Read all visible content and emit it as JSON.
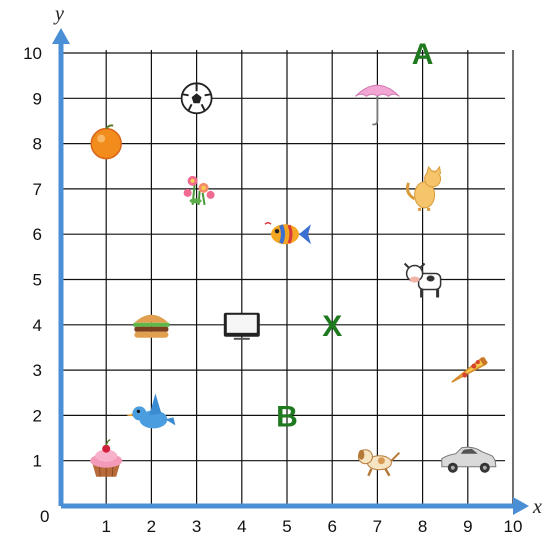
{
  "axes": {
    "x_name": "x",
    "y_name": "y",
    "origin_label": "0",
    "x_ticks": [
      "1",
      "2",
      "3",
      "4",
      "5",
      "6",
      "7",
      "8",
      "9",
      "10"
    ],
    "y_ticks": [
      "1",
      "2",
      "3",
      "4",
      "5",
      "6",
      "7",
      "8",
      "9",
      "10"
    ],
    "x_range": [
      0,
      10
    ],
    "y_range": [
      0,
      10
    ],
    "grid": true,
    "axis_color": "#4a8fd6",
    "grid_color": "#111111"
  },
  "markers": [
    {
      "id": "A",
      "label": "A",
      "x": 8,
      "y": 10,
      "color": "#1f7a1f"
    },
    {
      "id": "B",
      "label": "B",
      "x": 5,
      "y": 2,
      "color": "#1f7a1f"
    },
    {
      "id": "X",
      "label": "X",
      "x": 6,
      "y": 4,
      "color": "#1f7a1f"
    }
  ],
  "objects": [
    {
      "name": "orange-icon",
      "x": 1,
      "y": 8
    },
    {
      "name": "soccer-ball-icon",
      "x": 3,
      "y": 9
    },
    {
      "name": "umbrella-icon",
      "x": 7,
      "y": 9
    },
    {
      "name": "flower-icon",
      "x": 3,
      "y": 7
    },
    {
      "name": "cat-icon",
      "x": 8,
      "y": 7
    },
    {
      "name": "fish-icon",
      "x": 5,
      "y": 6
    },
    {
      "name": "cow-icon",
      "x": 8,
      "y": 5
    },
    {
      "name": "burger-icon",
      "x": 2,
      "y": 4
    },
    {
      "name": "tv-icon",
      "x": 4,
      "y": 4
    },
    {
      "name": "pizza-icon",
      "x": 9,
      "y": 3
    },
    {
      "name": "bird-icon",
      "x": 2,
      "y": 2
    },
    {
      "name": "cupcake-icon",
      "x": 1,
      "y": 1
    },
    {
      "name": "dog-icon",
      "x": 7,
      "y": 1
    },
    {
      "name": "car-icon",
      "x": 9,
      "y": 1
    }
  ]
}
